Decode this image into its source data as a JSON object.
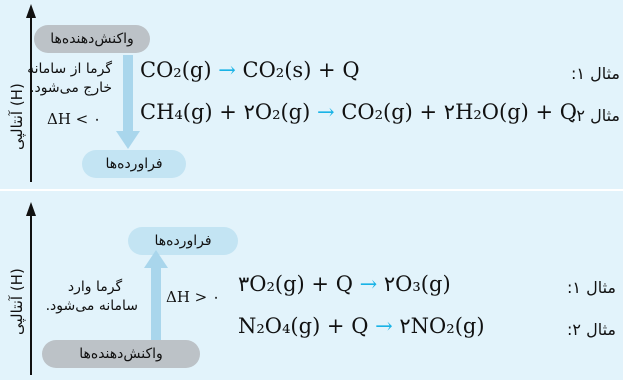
{
  "panel_exothermic": {
    "axis_label": "آنتالپی (H)",
    "top_box": "واکنش‌دهنده‌ها",
    "bottom_box": "فراورده‌ها",
    "note_lines": [
      "گرما از سامانه",
      "خارج می‌شود."
    ],
    "delta_h": "ΔH < ۰",
    "examples": [
      {
        "label": "مثال ۱:",
        "lhs": "CO₂(g)",
        "arrow": "→",
        "rhs": "CO₂(s) + Q"
      },
      {
        "label": "مثال ۲:",
        "lhs": "CH₄(g) + ۲O₂(g)",
        "arrow": "→",
        "rhs": "CO₂(g) + ۲H₂O(g) + Q"
      }
    ]
  },
  "panel_endothermic": {
    "axis_label": "آنتالپی (H)",
    "top_box": "فراورده‌ها",
    "bottom_box": "واکنش‌دهنده‌ها",
    "note_lines": [
      "گرما وارد",
      "سامانه می‌شود."
    ],
    "delta_h": "ΔH > ۰",
    "examples": [
      {
        "label": "مثال ۱:",
        "lhs": "۳O₂(g) + Q",
        "arrow": "→",
        "rhs": "۲O₃(g)"
      },
      {
        "label": "مثال ۲:",
        "lhs": "N₂O₄(g) + Q",
        "arrow": "→",
        "rhs": "۲NO₂(g)"
      }
    ]
  },
  "colors": {
    "background": "#e2f3fb",
    "reactant_box": "#bcc2c7",
    "product_box": "#c3e4f3",
    "reaction_arrow": "#19b3e6",
    "level_arrow": "#a9d6ec"
  }
}
